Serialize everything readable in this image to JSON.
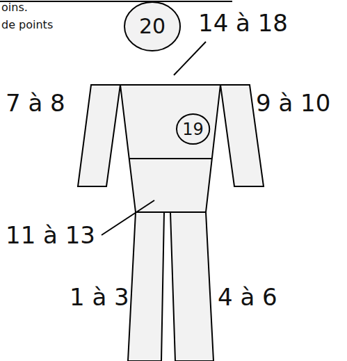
{
  "diagram": {
    "nodes": [
      {
        "text": [
          "20"
        ]
      },
      {
        "text": [
          "19"
        ]
      }
    ],
    "labels": [
      "oins.",
      "de points",
      "14 à 18",
      "7 à 8",
      "9 à 10",
      "11 à 13",
      "1 à 3",
      "4 à 6"
    ]
  }
}
